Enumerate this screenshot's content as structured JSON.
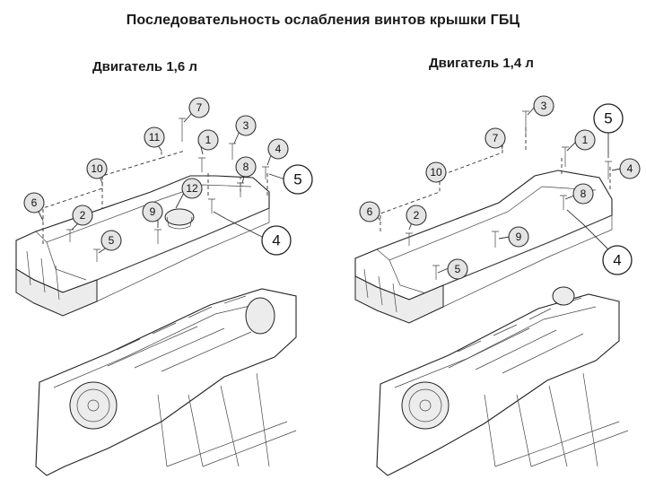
{
  "title": "Последовательность ослабления винтов крышки ГБЦ",
  "left_engine": {
    "label": "Двигатель 1,6 л",
    "callouts": [
      "1",
      "2",
      "3",
      "4",
      "5",
      "6",
      "7",
      "8",
      "9",
      "10",
      "11",
      "12",
      "4",
      "5"
    ]
  },
  "right_engine": {
    "label": "Двигатель 1,4 л",
    "callouts": [
      "1",
      "2",
      "3",
      "4",
      "5",
      "6",
      "7",
      "8",
      "9",
      "10",
      "4"
    ]
  }
}
